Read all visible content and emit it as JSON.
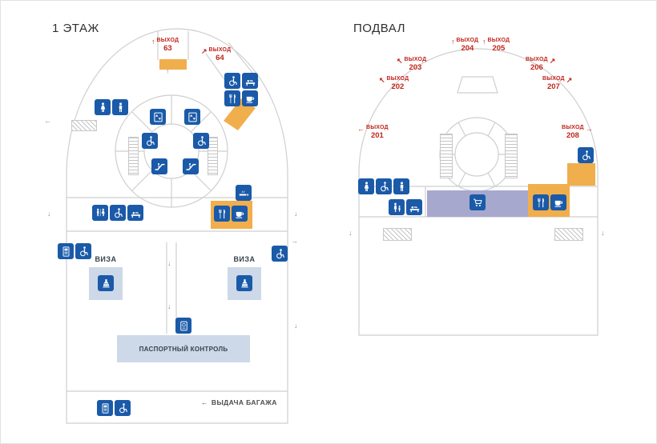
{
  "floor1": {
    "title": "1 ЭТАЖ",
    "exits": [
      {
        "word": "ВЫХОД",
        "number": "63",
        "arrow": "↑"
      },
      {
        "word": "ВЫХОД",
        "number": "64",
        "arrow": "↗"
      }
    ],
    "visa_left": "ВИЗА",
    "visa_right": "ВИЗА",
    "passport_control": "ПАСПОРТНЫЙ КОНТРОЛЬ",
    "baggage_arrow": "←",
    "baggage_claim": "ВЫДАЧА БАГАЖА"
  },
  "basement": {
    "title": "ПОДВАЛ",
    "exits": [
      {
        "word": "ВЫХОД",
        "number": "201",
        "arrow": "←",
        "side": "left"
      },
      {
        "word": "ВЫХОД",
        "number": "202",
        "arrow": "↖",
        "side": "left"
      },
      {
        "word": "ВЫХОД",
        "number": "203",
        "arrow": "↖",
        "side": "left"
      },
      {
        "word": "ВЫХОД",
        "number": "204",
        "arrow": "↑",
        "side": "left"
      },
      {
        "word": "ВЫХОД",
        "number": "205",
        "arrow": "↑",
        "side": "left"
      },
      {
        "word": "ВЫХОД",
        "number": "206",
        "arrow": "↗",
        "side": "right"
      },
      {
        "word": "ВЫХОД",
        "number": "207",
        "arrow": "↗",
        "side": "right"
      },
      {
        "word": "ВЫХОД",
        "number": "208",
        "arrow": "→",
        "side": "right"
      }
    ]
  },
  "glyphs": {
    "up": "↑",
    "down": "↓",
    "left": "←",
    "right": "→"
  },
  "icons": [
    "toilets-women",
    "toilets-men",
    "toilets",
    "wheelchair-accessible",
    "baby-changing",
    "elevator",
    "escalator",
    "restaurant",
    "cafe",
    "smoking-area",
    "shopping-cart",
    "ticket-machine",
    "visa-desk",
    "passport-control",
    "parent-with-child"
  ],
  "colors": {
    "icon_blue": "#1a5aa8",
    "orange": "#f1ae4c",
    "light_blue": "#cdd9e8",
    "lavender": "#a7a8ce",
    "exit_red": "#c2251c",
    "outline_gray": "#cfcfcf",
    "arrow_gray": "#8f8f8f",
    "text_dark": "#303030"
  }
}
